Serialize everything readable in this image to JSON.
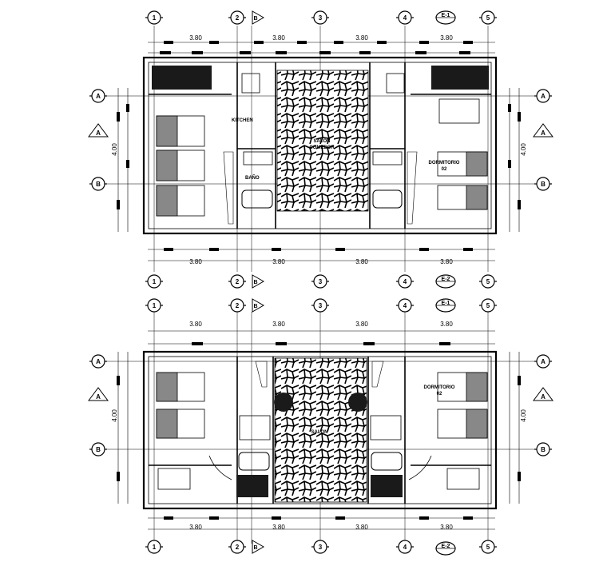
{
  "grid_columns": [
    "1",
    "2",
    "B",
    "3",
    "4",
    "5"
  ],
  "grid_rows": [
    "A",
    "B"
  ],
  "section_labels": [
    "E-1",
    "E-2"
  ],
  "section_arrow_label": "A",
  "dimensions": {
    "span": "3.80",
    "depth": "4.00"
  },
  "rooms": {
    "upper_left": "KITCHEN",
    "upper_center_line1": "SALON",
    "upper_center_line2": "COMEDOR",
    "upper_bath": "BAÑO",
    "upper_right_line1": "DORMITORIO",
    "upper_right_line2": "02",
    "lower_right_line1": "DORMITORIO",
    "lower_right_line2": "02",
    "lower_center": "SALON"
  },
  "colors": {
    "line": "#000000",
    "background": "#ffffff",
    "fill": "#1a1a1a"
  }
}
